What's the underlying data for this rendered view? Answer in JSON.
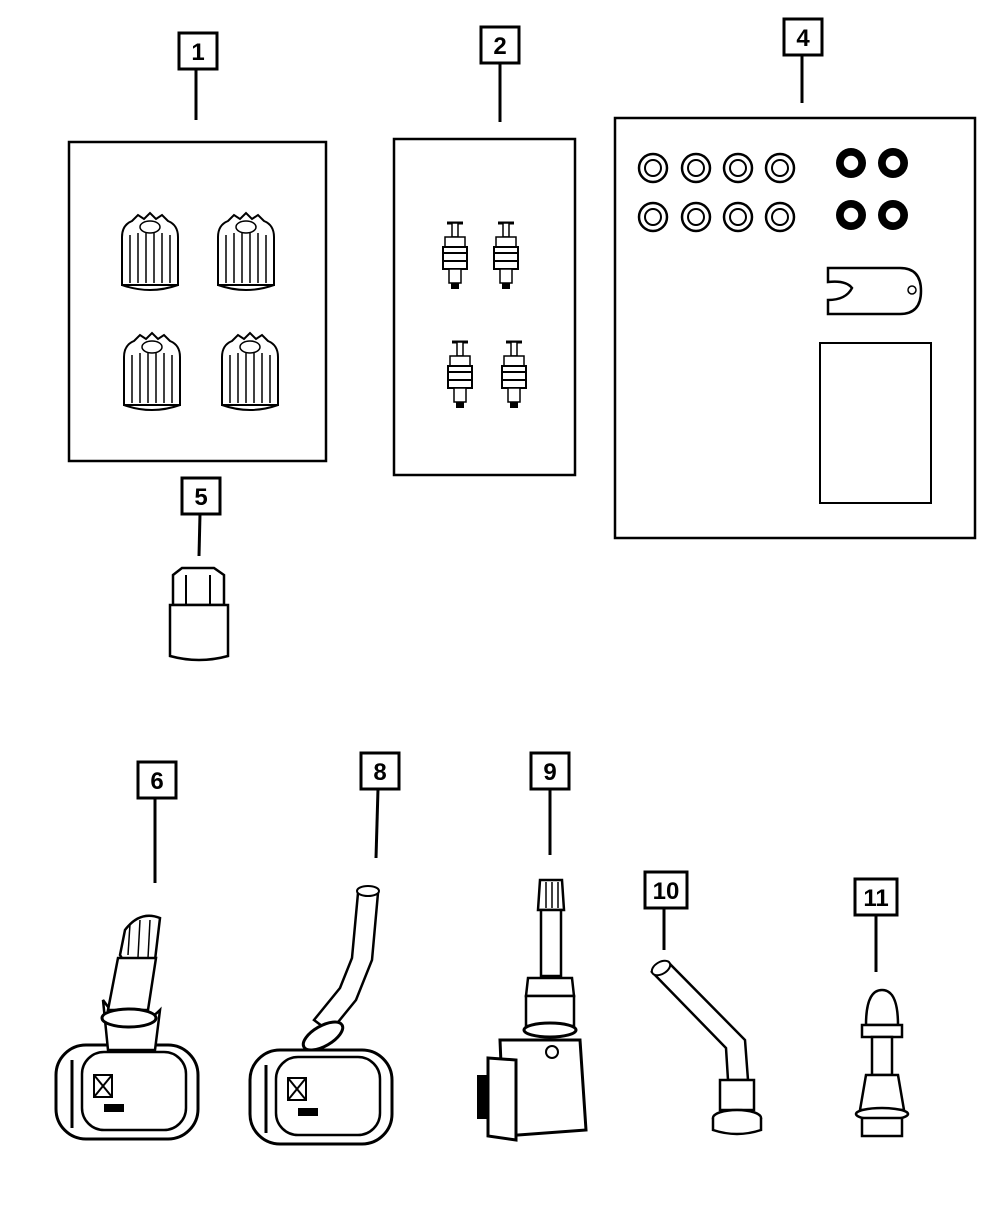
{
  "callouts": [
    {
      "id": "c1",
      "label": "1",
      "part": "valve-stem-caps"
    },
    {
      "id": "c2",
      "label": "2",
      "part": "valve-cores"
    },
    {
      "id": "c3",
      "label": "4",
      "part": "grommet-seal-kit"
    },
    {
      "id": "c4",
      "label": "5",
      "part": "nut"
    },
    {
      "id": "c5",
      "label": "6",
      "part": "tpms-sensor-rubber-stem"
    },
    {
      "id": "c6",
      "label": "8",
      "part": "tpms-sensor-bent-metal-stem"
    },
    {
      "id": "c7",
      "label": "9",
      "part": "tpms-sensor-straight-stem"
    },
    {
      "id": "c8",
      "label": "10",
      "part": "bent-valve-stem"
    },
    {
      "id": "c9",
      "label": "11",
      "part": "snap-in-valve-stem"
    }
  ],
  "colors": {
    "line": "#000000",
    "background": "#ffffff"
  }
}
